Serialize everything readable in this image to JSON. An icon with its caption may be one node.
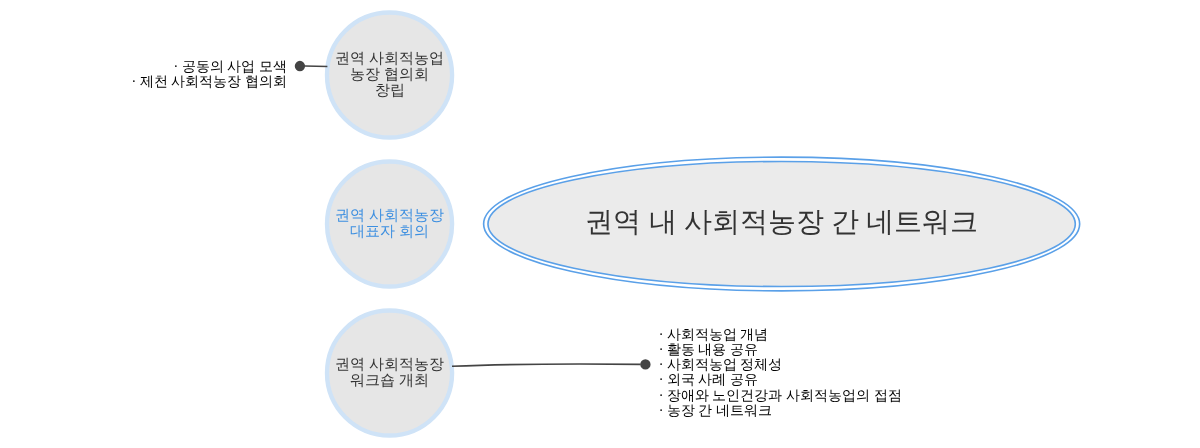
{
  "diagram": {
    "nodes": [
      {
        "text": [
          "· 공동의 사업 모색",
          "· 제천 사회적농장 협의회"
        ]
      },
      {
        "text": [
          "권역 사회적농업 농장 협의회 창립"
        ]
      },
      {
        "text": [
          "권역 사회적농장 대표자 회의"
        ]
      },
      {
        "text": [
          "권역 사회적농장 워크숍 개최"
        ]
      },
      {
        "text": [
          "· 사회적농업 개념",
          "· 활동 내용 공유",
          "· 사회적농업 정체성",
          "· 외국 사례 공유",
          "· 장애와 노인건강과 사회적농업의 접점",
          "· 농장 간 네트워크"
        ]
      },
      {
        "text": [
          "권역 내 사회적농장 간 네트워크"
        ]
      }
    ],
    "edges": [
      {
        "from": 1,
        "to": 0,
        "arrow": "other"
      },
      {
        "from": 3,
        "to": 4,
        "arrow": "other"
      }
    ]
  }
}
